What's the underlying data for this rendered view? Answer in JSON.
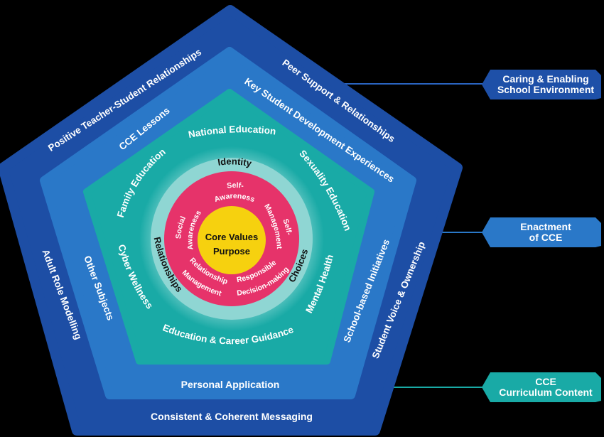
{
  "colors": {
    "outer": "#1d4ea5",
    "middle": "#2a78c8",
    "inner": "#19aaa6",
    "glow": "#7fd3d1",
    "ring": "#e6336a",
    "core": "#f6d10f",
    "callout_outer": "#1e50a8",
    "callout_middle": "#2a78c8",
    "callout_inner": "#19aaa6"
  },
  "core": {
    "line1": "Core Values",
    "line2": "Purpose"
  },
  "sel": {
    "self_awareness": "Self-\nAwareness",
    "self_management": "Self-\nManagement",
    "responsible_decision_making": "Responsible\nDecision-making",
    "relationship_management": "Relationship\nManagement",
    "social_awareness": "Social\nAwareness"
  },
  "themes": {
    "identity": "Identity",
    "choices": "Choices",
    "relationships": "Relationships"
  },
  "curriculum_content": {
    "national_education": "National Education",
    "sexuality_education": "Sexuality Education",
    "mental_health": "Mental Health",
    "education_career_guidance": "Education & Career Guidance",
    "cyber_wellness": "Cyber Wellness",
    "family_education": "Family Education"
  },
  "enactment": {
    "key_student_development": "Key Student Development Experiences",
    "school_based_initiatives": "School-based Initiatives",
    "personal_application": "Personal Application",
    "other_subjects": "Other Subjects",
    "cce_lessons": "CCE Lessons"
  },
  "environment": {
    "peer_support": "Peer Support & Relationships",
    "student_voice": "Student Voice & Ownership",
    "consistent_messaging": "Consistent & Coherent Messaging",
    "adult_role_modelling": "Adult Role Modelling",
    "positive_relationships": "Positive Teacher-Student Relationships"
  },
  "callouts": {
    "environment": "Caring & Enabling\nSchool Environment",
    "enactment": "Enactment\nof CCE",
    "content": "CCE\nCurriculum Content"
  }
}
